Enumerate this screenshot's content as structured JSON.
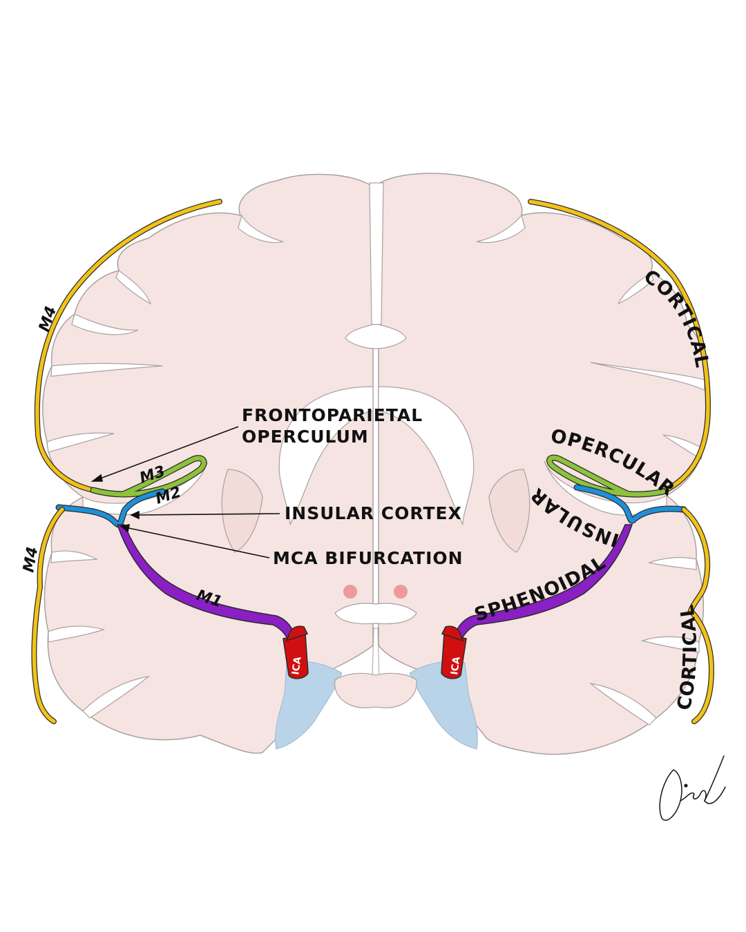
{
  "labels": {
    "frontoparietal_line1": "FRONTOPARIETAL",
    "frontoparietal_line2": "OPERCULUM",
    "insular_cortex": "INSULAR CORTEX",
    "mca_bifurcation": "MCA BIFURCATION"
  },
  "segments": {
    "m1": "M1",
    "m2": "M2",
    "m3": "M3",
    "m4_upper": "M4",
    "m4_lower": "M4"
  },
  "segment_names": {
    "sphenoidal": "SPHENOIDAL",
    "insular": "INSULAR",
    "opercular": "OPERCULAR",
    "cortical_upper": "CORTICAL",
    "cortical_lower": "CORTICAL"
  },
  "ica": {
    "left": "ICA",
    "right": "ICA"
  },
  "colors": {
    "brain_fill": "#f5e4e1",
    "brain_outline": "#a9a0a0",
    "ventricle": "#ffffff",
    "hypophysis": "#b9d3e8",
    "nucleus": "#ee9a9a",
    "m1_sphenoidal": "#8a1fc4",
    "m2_insular": "#1e8fd8",
    "m3_opercular": "#8cc23c",
    "m4_cortical": "#f2c218",
    "ica": "#d01010"
  },
  "signature": "Dickay"
}
